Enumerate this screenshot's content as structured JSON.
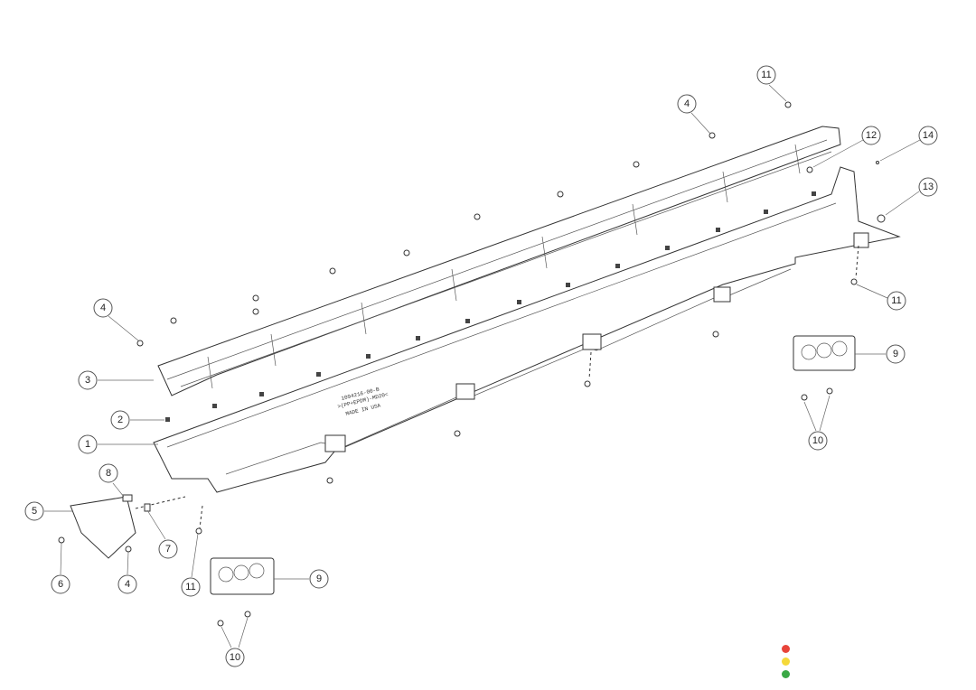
{
  "diagram": {
    "part_marking": [
      "1094216-00-B",
      ">(PP+EPDM)-MD20<",
      "MADE IN USA"
    ],
    "callouts": [
      {
        "id": "c11a",
        "label": "11"
      },
      {
        "id": "c4a",
        "label": "4"
      },
      {
        "id": "c12",
        "label": "12"
      },
      {
        "id": "c14",
        "label": "14"
      },
      {
        "id": "c13",
        "label": "13"
      },
      {
        "id": "c11b",
        "label": "11"
      },
      {
        "id": "c4b",
        "label": "4"
      },
      {
        "id": "c9a",
        "label": "9"
      },
      {
        "id": "c3",
        "label": "3"
      },
      {
        "id": "c2",
        "label": "2"
      },
      {
        "id": "c10a",
        "label": "10"
      },
      {
        "id": "c1",
        "label": "1"
      },
      {
        "id": "c8",
        "label": "8"
      },
      {
        "id": "c5",
        "label": "5"
      },
      {
        "id": "c7",
        "label": "7"
      },
      {
        "id": "c6",
        "label": "6"
      },
      {
        "id": "c4c",
        "label": "4"
      },
      {
        "id": "c11c",
        "label": "11"
      },
      {
        "id": "c9b",
        "label": "9"
      },
      {
        "id": "c10b",
        "label": "10"
      }
    ]
  },
  "status_dots": {
    "colors": [
      "#e8443a",
      "#f5d93a",
      "#3aa845"
    ]
  }
}
